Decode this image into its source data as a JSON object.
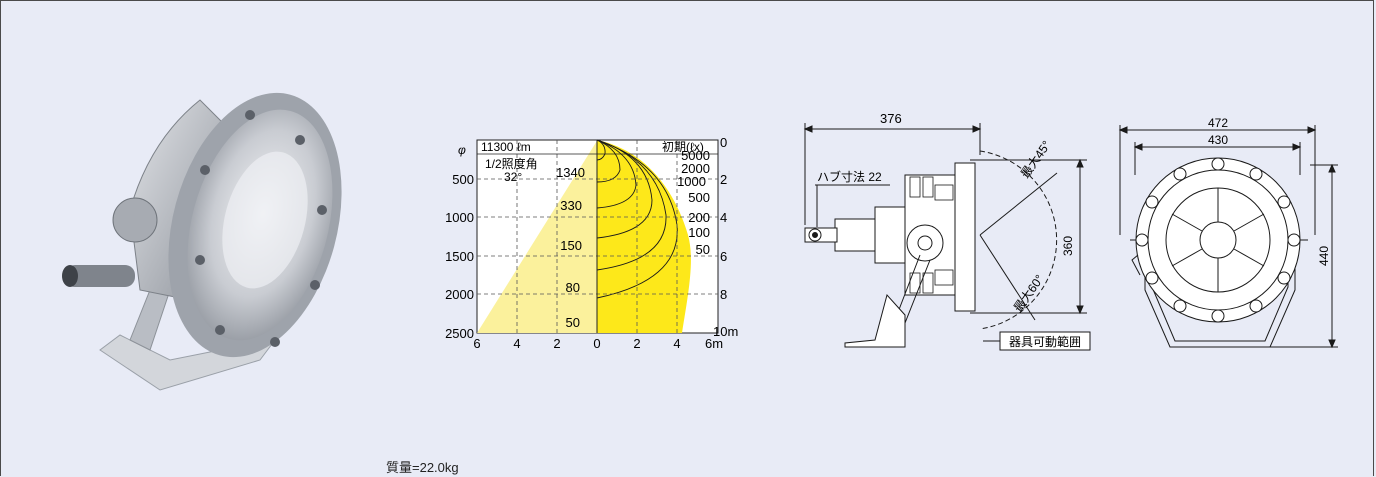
{
  "mass_label": "質量=22.0kg",
  "side_view": {
    "width_dim": "376",
    "height_dim": "360",
    "hub_label": "ハブ寸法 22",
    "angle_up": "最大45°",
    "angle_down": "最大60°",
    "range_label": "器具可動範囲"
  },
  "front_view": {
    "outer_width": "472",
    "inner_width": "430",
    "height_dim": "440"
  },
  "chart_data": {
    "type": "isolux_diagram",
    "lumen_label": "11300 ℓm",
    "initial_label": "初期(ℓx)",
    "phi_label": "φ",
    "half_angle_label": "1/2照度角",
    "half_angle_value": "32°",
    "left_ticks": [
      "500",
      "1000",
      "1500",
      "2000",
      "2500"
    ],
    "right_ticks": [
      "0",
      "2",
      "4",
      "6",
      "8",
      "10m"
    ],
    "bottom_ticks": [
      "6",
      "4",
      "2",
      "0",
      "2",
      "4",
      "6m"
    ],
    "center_values": [
      "1340",
      "330",
      "150",
      "80",
      "50"
    ],
    "isolux_labels": [
      "5000",
      "2000",
      "1000",
      "500",
      "200",
      "100",
      "50"
    ],
    "half_angle_deg": 32,
    "max_distance_m": 10,
    "max_lateral_m": 6,
    "max_diameter": 2500
  }
}
